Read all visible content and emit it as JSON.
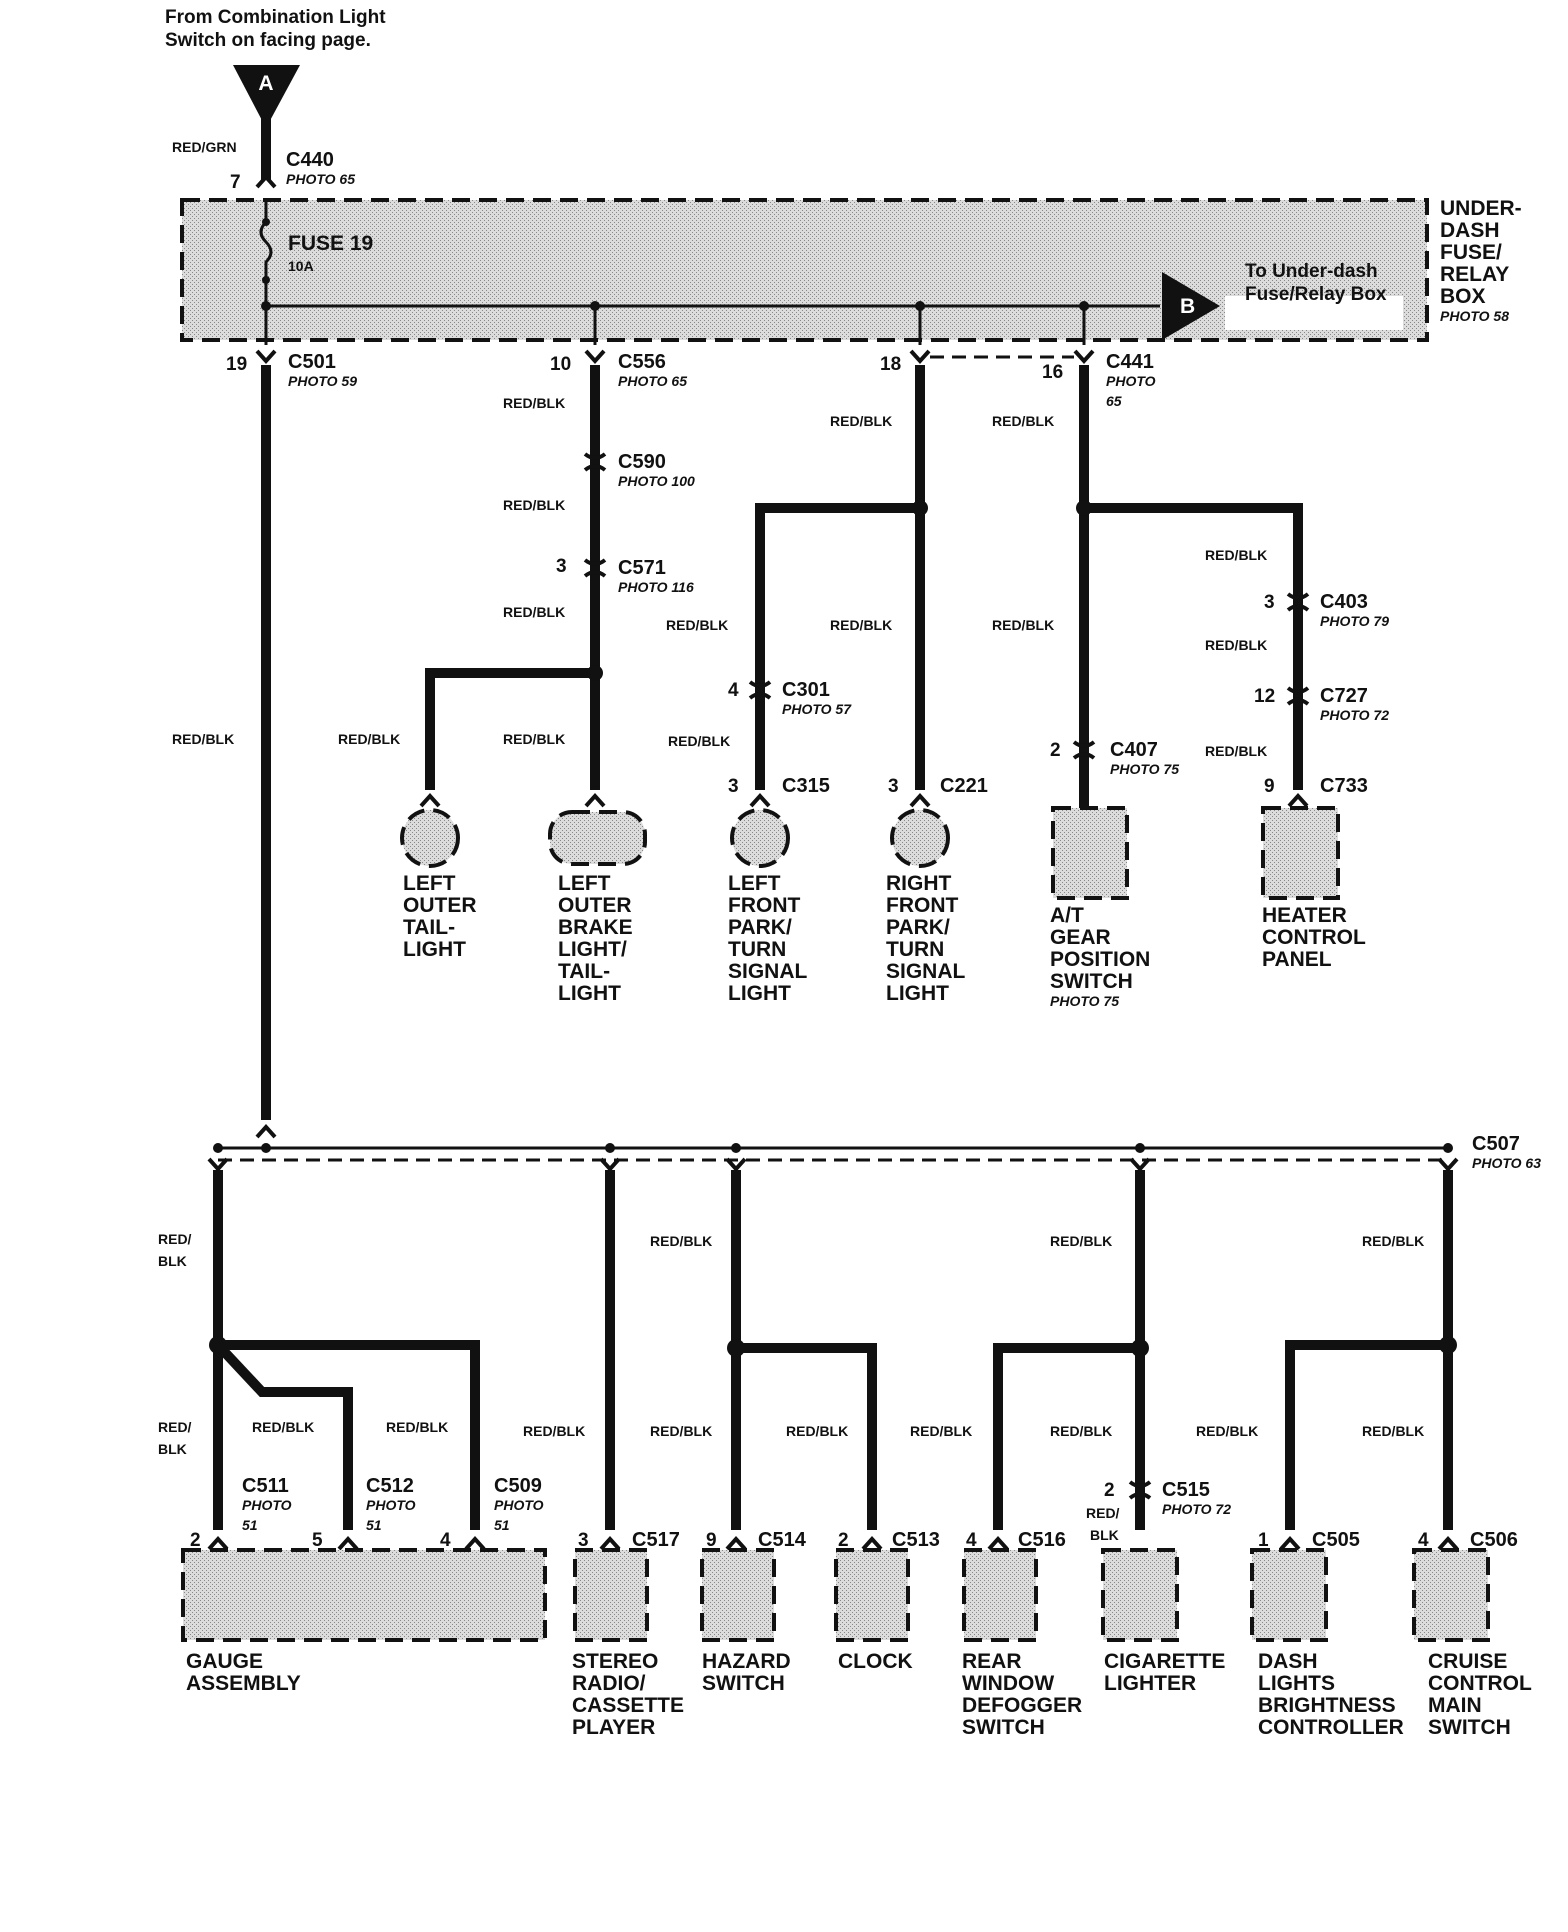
{
  "source_ref": {
    "text": "From Combination Light",
    "text2": "Switch on facing page.",
    "marker": "A"
  },
  "fuse_box": {
    "name_lines": [
      "UNDER-",
      "DASH",
      "FUSE/",
      "RELAY",
      "BOX"
    ],
    "photo": "PHOTO 58",
    "fuse_label": "FUSE 19",
    "fuse_rating": "10A",
    "to_label_1": "To Under-dash",
    "to_label_2": "Fuse/Relay Box",
    "to_marker": "B"
  },
  "input_connector": {
    "name": "C440",
    "photo": "PHOTO 65",
    "pin": "7",
    "wire": "RED/GRN"
  },
  "outputs": [
    {
      "pin": "19",
      "name": "C501",
      "photo": "PHOTO 59"
    },
    {
      "pin": "10",
      "name": "C556",
      "photo": "PHOTO 65"
    },
    {
      "pin": "18",
      "name": "",
      "photo": ""
    },
    {
      "pin": "16",
      "name": "C441",
      "photo": "PHOTO",
      "photo2": "65"
    }
  ],
  "inline_connectors": {
    "c590": {
      "name": "C590",
      "photo": "PHOTO 100"
    },
    "c571": {
      "name": "C571",
      "photo": "PHOTO 116",
      "pin": "3"
    },
    "c301": {
      "name": "C301",
      "photo": "PHOTO 57",
      "pin": "4"
    },
    "c403": {
      "name": "C403",
      "photo": "PHOTO 79",
      "pin": "3"
    },
    "c727": {
      "name": "C727",
      "photo": "PHOTO 72",
      "pin": "12"
    },
    "c407": {
      "name": "C407",
      "photo": "PHOTO 75",
      "pin": "2"
    }
  },
  "wire_color": "RED/BLK",
  "upper_devices": [
    {
      "connector": "",
      "pin": "",
      "lines": [
        "LEFT",
        "OUTER",
        "TAIL-",
        "LIGHT"
      ]
    },
    {
      "connector": "",
      "pin": "",
      "lines": [
        "LEFT",
        "OUTER",
        "BRAKE",
        "LIGHT/",
        "TAIL-",
        "LIGHT"
      ]
    },
    {
      "connector": "C315",
      "pin": "3",
      "lines": [
        "LEFT",
        "FRONT",
        "PARK/",
        "TURN",
        "SIGNAL",
        "LIGHT"
      ]
    },
    {
      "connector": "C221",
      "pin": "3",
      "lines": [
        "RIGHT",
        "FRONT",
        "PARK/",
        "TURN",
        "SIGNAL",
        "LIGHT"
      ]
    },
    {
      "connector": "",
      "pin": "",
      "lines": [
        "A/T",
        "GEAR",
        "POSITION",
        "SWITCH"
      ],
      "photo": "PHOTO 75"
    },
    {
      "connector": "C733",
      "pin": "9",
      "lines": [
        "HEATER",
        "CONTROL",
        "PANEL"
      ]
    }
  ],
  "bus_connector": {
    "name": "C507",
    "photo": "PHOTO 63"
  },
  "split_wire_label": [
    "RED/",
    "BLK"
  ],
  "gauge_connectors": [
    {
      "pin": "2",
      "name": "C511",
      "photo": "PHOTO",
      "photo2": "51"
    },
    {
      "pin": "5",
      "name": "C512",
      "photo": "PHOTO",
      "photo2": "51"
    },
    {
      "pin": "4",
      "name": "C509",
      "photo": "PHOTO",
      "photo2": "51"
    }
  ],
  "c515": {
    "name": "C515",
    "photo": "PHOTO 72",
    "pin": "2"
  },
  "lower_devices": [
    {
      "connector": "",
      "pin": "",
      "lines": [
        "GAUGE",
        "ASSEMBLY"
      ]
    },
    {
      "connector": "C517",
      "pin": "3",
      "lines": [
        "STEREO",
        "RADIO/",
        "CASSETTE",
        "PLAYER"
      ]
    },
    {
      "connector": "C514",
      "pin": "9",
      "lines": [
        "HAZARD",
        "SWITCH"
      ]
    },
    {
      "connector": "C513",
      "pin": "2",
      "lines": [
        "CLOCK"
      ]
    },
    {
      "connector": "C516",
      "pin": "4",
      "lines": [
        "REAR",
        "WINDOW",
        "DEFOGGER",
        "SWITCH"
      ]
    },
    {
      "connector": "",
      "pin": "",
      "lines": [
        "CIGARETTE",
        "LIGHTER"
      ]
    },
    {
      "connector": "C505",
      "pin": "1",
      "lines": [
        "DASH",
        "LIGHTS",
        "BRIGHTNESS",
        "CONTROLLER"
      ]
    },
    {
      "connector": "C506",
      "pin": "4",
      "lines": [
        "CRUISE",
        "CONTROL",
        "MAIN",
        "SWITCH"
      ]
    }
  ]
}
